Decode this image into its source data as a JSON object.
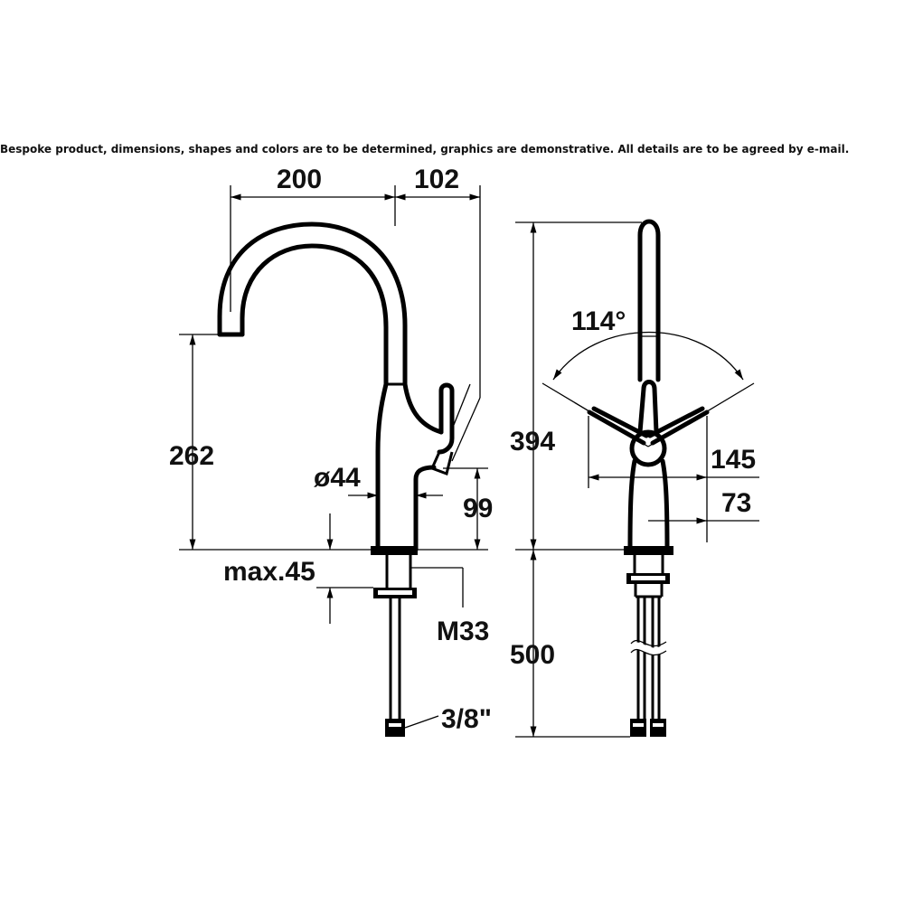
{
  "note": "Bespoke product, dimensions, shapes and colors are to be determined, graphics are demonstrative. All details are to be agreed by e-mail.",
  "side_view": {
    "dim_reach": "200",
    "dim_lever_offset": "102",
    "dim_spout_height": "262",
    "dim_diameter": "ø44",
    "dim_lever_height": "99",
    "dim_max_thickness": "max.45",
    "dim_thread": "M33",
    "dim_connection": "3/8\""
  },
  "front_view": {
    "dim_swivel_angle": "114°",
    "dim_total_height": "394",
    "dim_lever_width": "145",
    "dim_half_width": "73",
    "dim_hose_length": "500"
  }
}
